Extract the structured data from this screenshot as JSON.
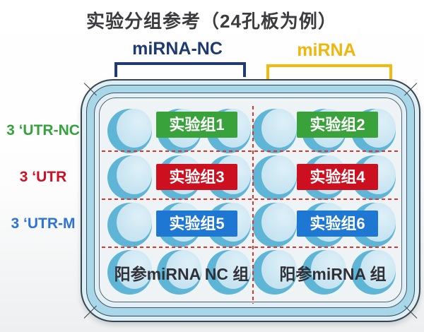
{
  "title": "实验分组参考（24孔板为例）",
  "column_groups": [
    {
      "label": "miRNA-NC",
      "color": "#1f3a6e"
    },
    {
      "label": "miRNA",
      "color": "#f0b60b"
    }
  ],
  "row_groups": [
    {
      "label": "3 ‘UTR-NC",
      "color": "#35a33c"
    },
    {
      "label": "3 ‘UTR",
      "color": "#ce1022"
    },
    {
      "label": "3 ‘UTR-M",
      "color": "#2e74d8"
    }
  ],
  "plate": {
    "type": "24-well plate",
    "well_rows": 4,
    "well_cols": 6,
    "experiment_badges": [
      {
        "label": "实验组1",
        "color": "#3aa23a"
      },
      {
        "label": "实验组2",
        "color": "#3aa23a"
      },
      {
        "label": "实验组3",
        "color": "#cd101f"
      },
      {
        "label": "实验组4",
        "color": "#cd101f"
      },
      {
        "label": "实验组5",
        "color": "#1e77d3"
      },
      {
        "label": "实验组6",
        "color": "#1e77d3"
      }
    ],
    "control_groups": [
      {
        "label": "阳参miRNA NC 组"
      },
      {
        "label": "阳参miRNA 组"
      }
    ],
    "divider_color": "#e03226"
  }
}
